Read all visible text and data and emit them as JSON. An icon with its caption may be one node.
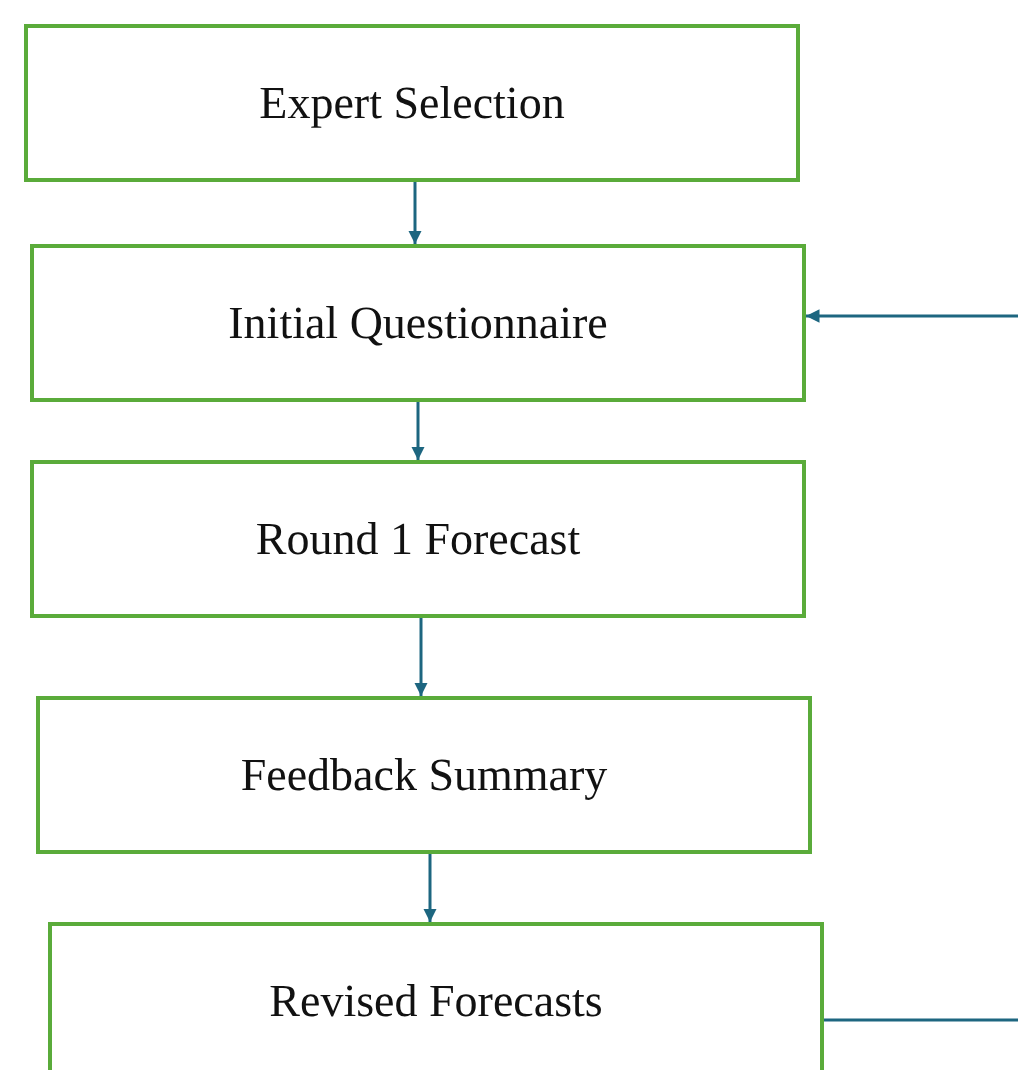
{
  "diagram": {
    "nodes": [
      {
        "text": [
          "Expert Selection"
        ]
      },
      {
        "text": [
          "Initial Questionnaire"
        ]
      },
      {
        "text": [
          "Round 1 Forecast"
        ]
      },
      {
        "text": [
          "Feedback Summary"
        ]
      },
      {
        "text": [
          "Revised Forecasts"
        ]
      }
    ],
    "edges": [
      {
        "from": 0,
        "to": 1,
        "arrow": "to"
      },
      {
        "from": 1,
        "to": 2,
        "arrow": "to"
      },
      {
        "from": 2,
        "to": 3,
        "arrow": "to"
      },
      {
        "from": 3,
        "to": 4,
        "arrow": "to"
      },
      {
        "from": null,
        "to": 1,
        "arrow": "to"
      },
      {
        "from": 4,
        "to": null,
        "arrow": "none"
      }
    ]
  }
}
